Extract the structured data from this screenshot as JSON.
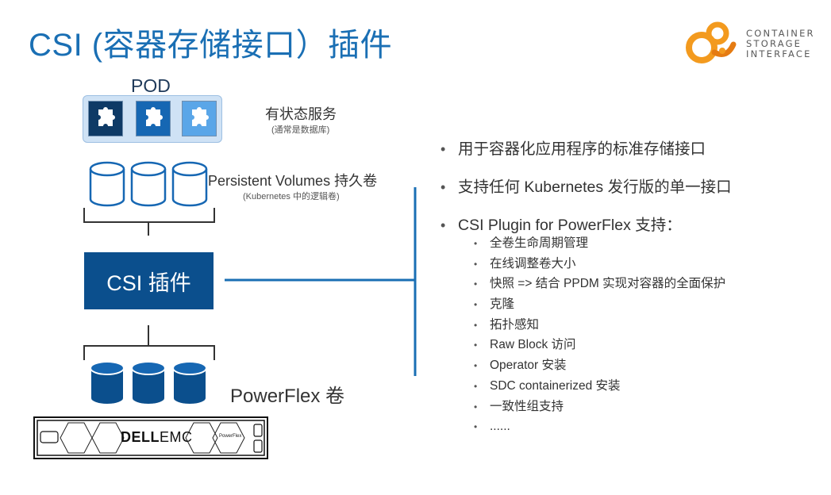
{
  "slide": {
    "title": "CSI (容器存储接口）插件"
  },
  "logo": {
    "line1": "CONTAINER",
    "line2": "STORAGE",
    "line3": "INTERFACE",
    "colors": {
      "orange": "#f39a1e",
      "dark_orange": "#e57b12"
    }
  },
  "diagram": {
    "pod_label": "POD",
    "stateful_title": "有状态服务",
    "stateful_sub": "(通常是数据库)",
    "pv_title": "Persistent Volumes 持久卷",
    "pv_sub": "(Kubernetes 中的逻辑卷)",
    "csi_box_label": "CSI 插件",
    "powerflex_volume_label": "PowerFlex 卷",
    "server_brand_bold": "DELL",
    "server_brand_light": "EMC",
    "server_product": "PowerFlex",
    "colors": {
      "navy": "#0b4f8d",
      "mid_blue": "#1667b3",
      "light_blue": "#5aa6e8",
      "line_blue": "#1a6fb4"
    }
  },
  "bullets": {
    "items": [
      {
        "label": "用于容器化应用程序的标准存储接口"
      },
      {
        "label": "支持任何 Kubernetes 发行版的单一接口"
      },
      {
        "label": "CSI Plugin for PowerFlex 支持："
      }
    ],
    "sub_items": [
      {
        "label": "全卷生命周期管理"
      },
      {
        "label": "在线调整卷大小"
      },
      {
        "label": "快照 => 结合 PPDM 实现对容器的全面保护"
      },
      {
        "label": "克隆"
      },
      {
        "label": "拓扑感知"
      },
      {
        "label": "Raw Block 访问"
      },
      {
        "label": "Operator 安装"
      },
      {
        "label": "SDC containerized 安装"
      },
      {
        "label": "一致性组支持"
      },
      {
        "label": "......"
      }
    ]
  }
}
